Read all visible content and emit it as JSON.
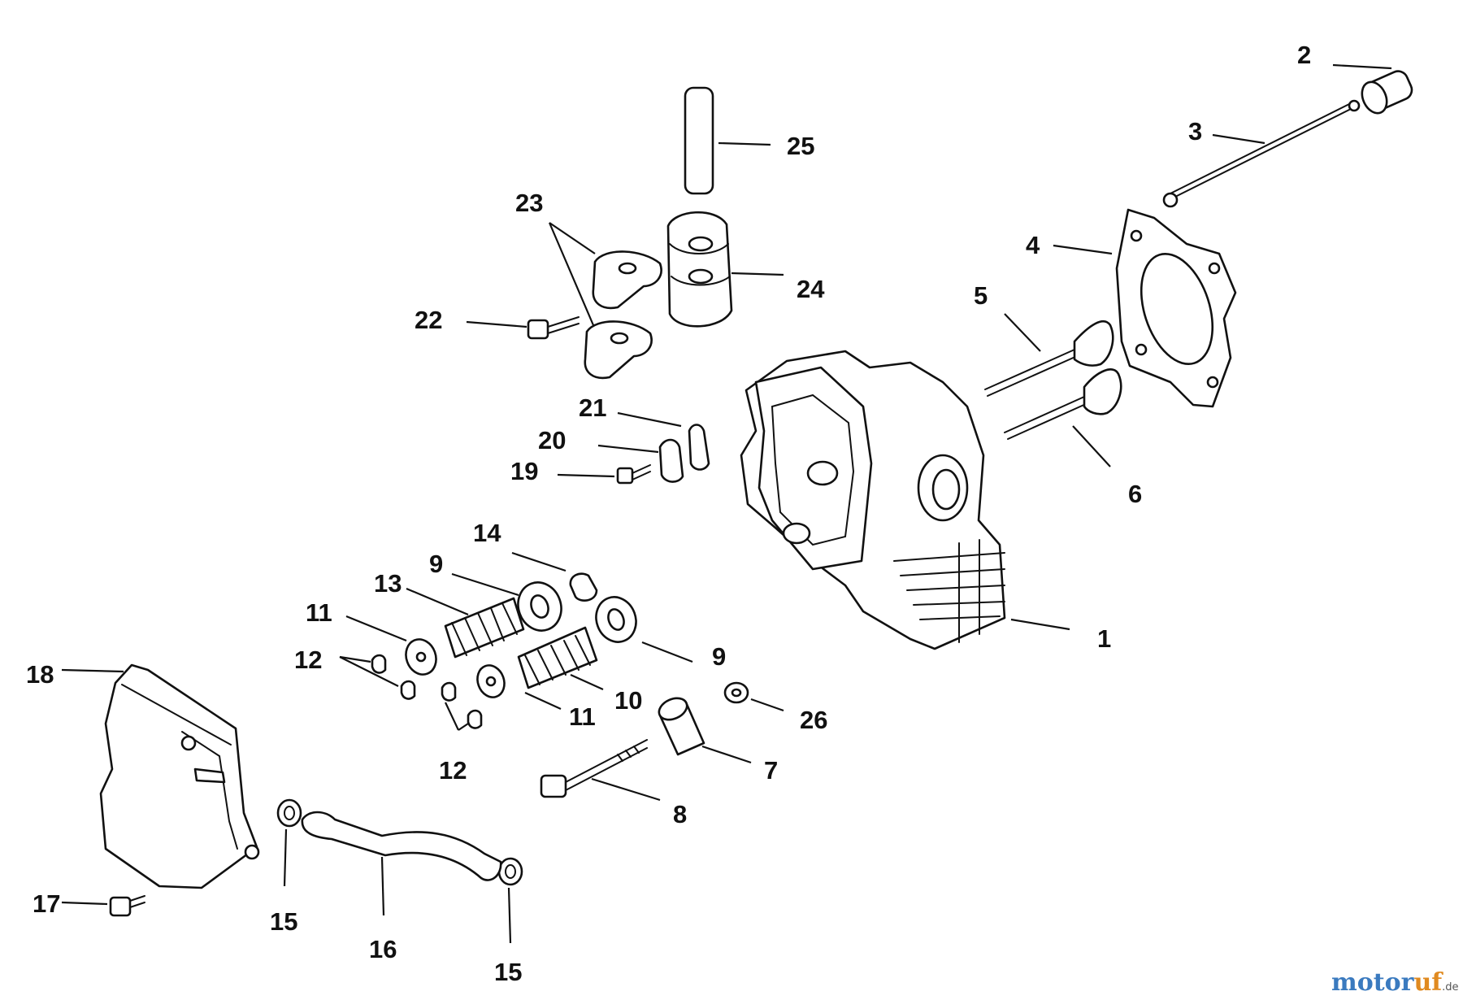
{
  "diagram": {
    "labels": {
      "p1": "1",
      "p2": "2",
      "p3": "3",
      "p4": "4",
      "p5": "5",
      "p6": "6",
      "p7": "7",
      "p8": "8",
      "p9a": "9",
      "p9b": "9",
      "p10": "10",
      "p11a": "11",
      "p11b": "11",
      "p12a": "12",
      "p12b": "12",
      "p13": "13",
      "p14": "14",
      "p15a": "15",
      "p15b": "15",
      "p16": "16",
      "p17": "17",
      "p18": "18",
      "p19": "19",
      "p20": "20",
      "p21": "21",
      "p22": "22",
      "p23": "23",
      "p24": "24",
      "p25": "25",
      "p26": "26"
    }
  },
  "watermark": {
    "brand_a": "motor",
    "brand_b": "uf",
    "suffix": ".de"
  },
  "colors": {
    "ink": "#111111",
    "background": "#ffffff",
    "brand_blue": "#3a7abf",
    "brand_orange": "#e08a20"
  }
}
